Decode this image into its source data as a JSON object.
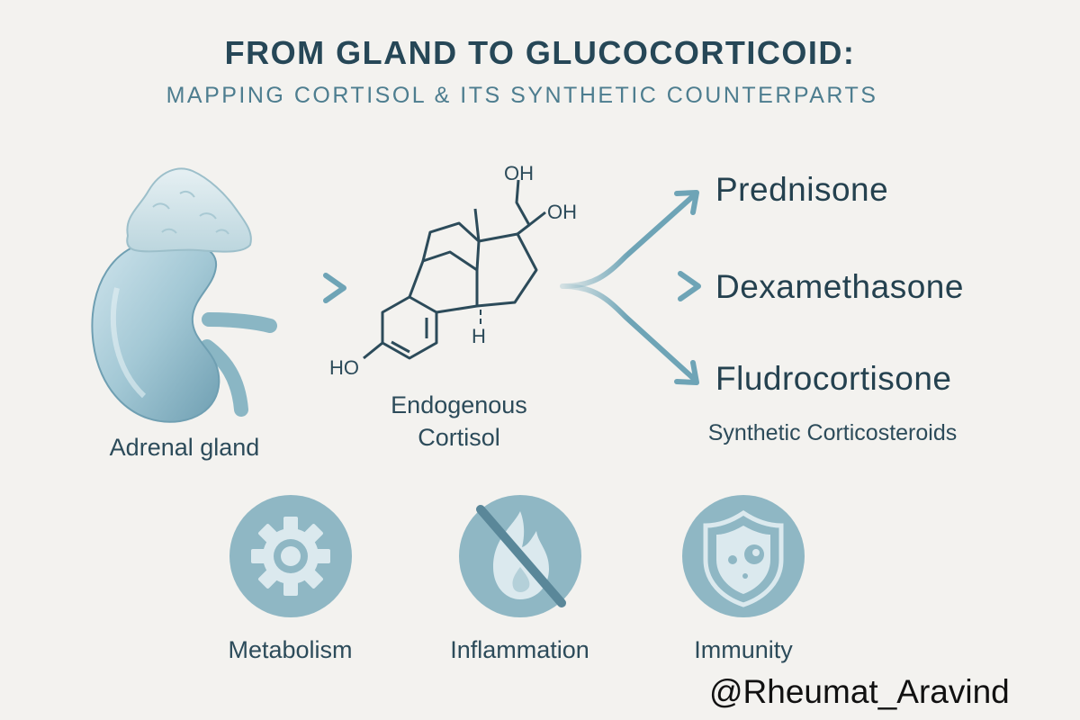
{
  "header": {
    "title": "FROM GLAND TO GLUCOCORTICOID:",
    "subtitle": "MAPPING CORTISOL & ITS SYNTHETIC COUNTERPARTS"
  },
  "gland": {
    "label": "Adrenal gland"
  },
  "molecule": {
    "label_line1": "Endogenous",
    "label_line2": "Cortisol",
    "atoms": {
      "oh_top": "OH",
      "oh_right": "OH",
      "ho_left": "HO",
      "h_bottom": "H"
    }
  },
  "drugs": {
    "items": [
      "Prednisone",
      "Dexamethasone",
      "Fludrocortisone"
    ],
    "caption": "Synthetic Corticosteroids"
  },
  "effects": [
    {
      "label": "Metabolism",
      "icon": "gear-icon"
    },
    {
      "label": "Inflammation",
      "icon": "crossed-flame-icon"
    },
    {
      "label": "Immunity",
      "icon": "shield-icon"
    }
  ],
  "watermark": "@Rheumat_Aravind",
  "colors": {
    "primary": "#24414f",
    "accent": "#6ea4b6",
    "icon_circle": "#8fb7c4",
    "icon_fill": "#dbe9ee",
    "background": "#f3f2ef"
  }
}
